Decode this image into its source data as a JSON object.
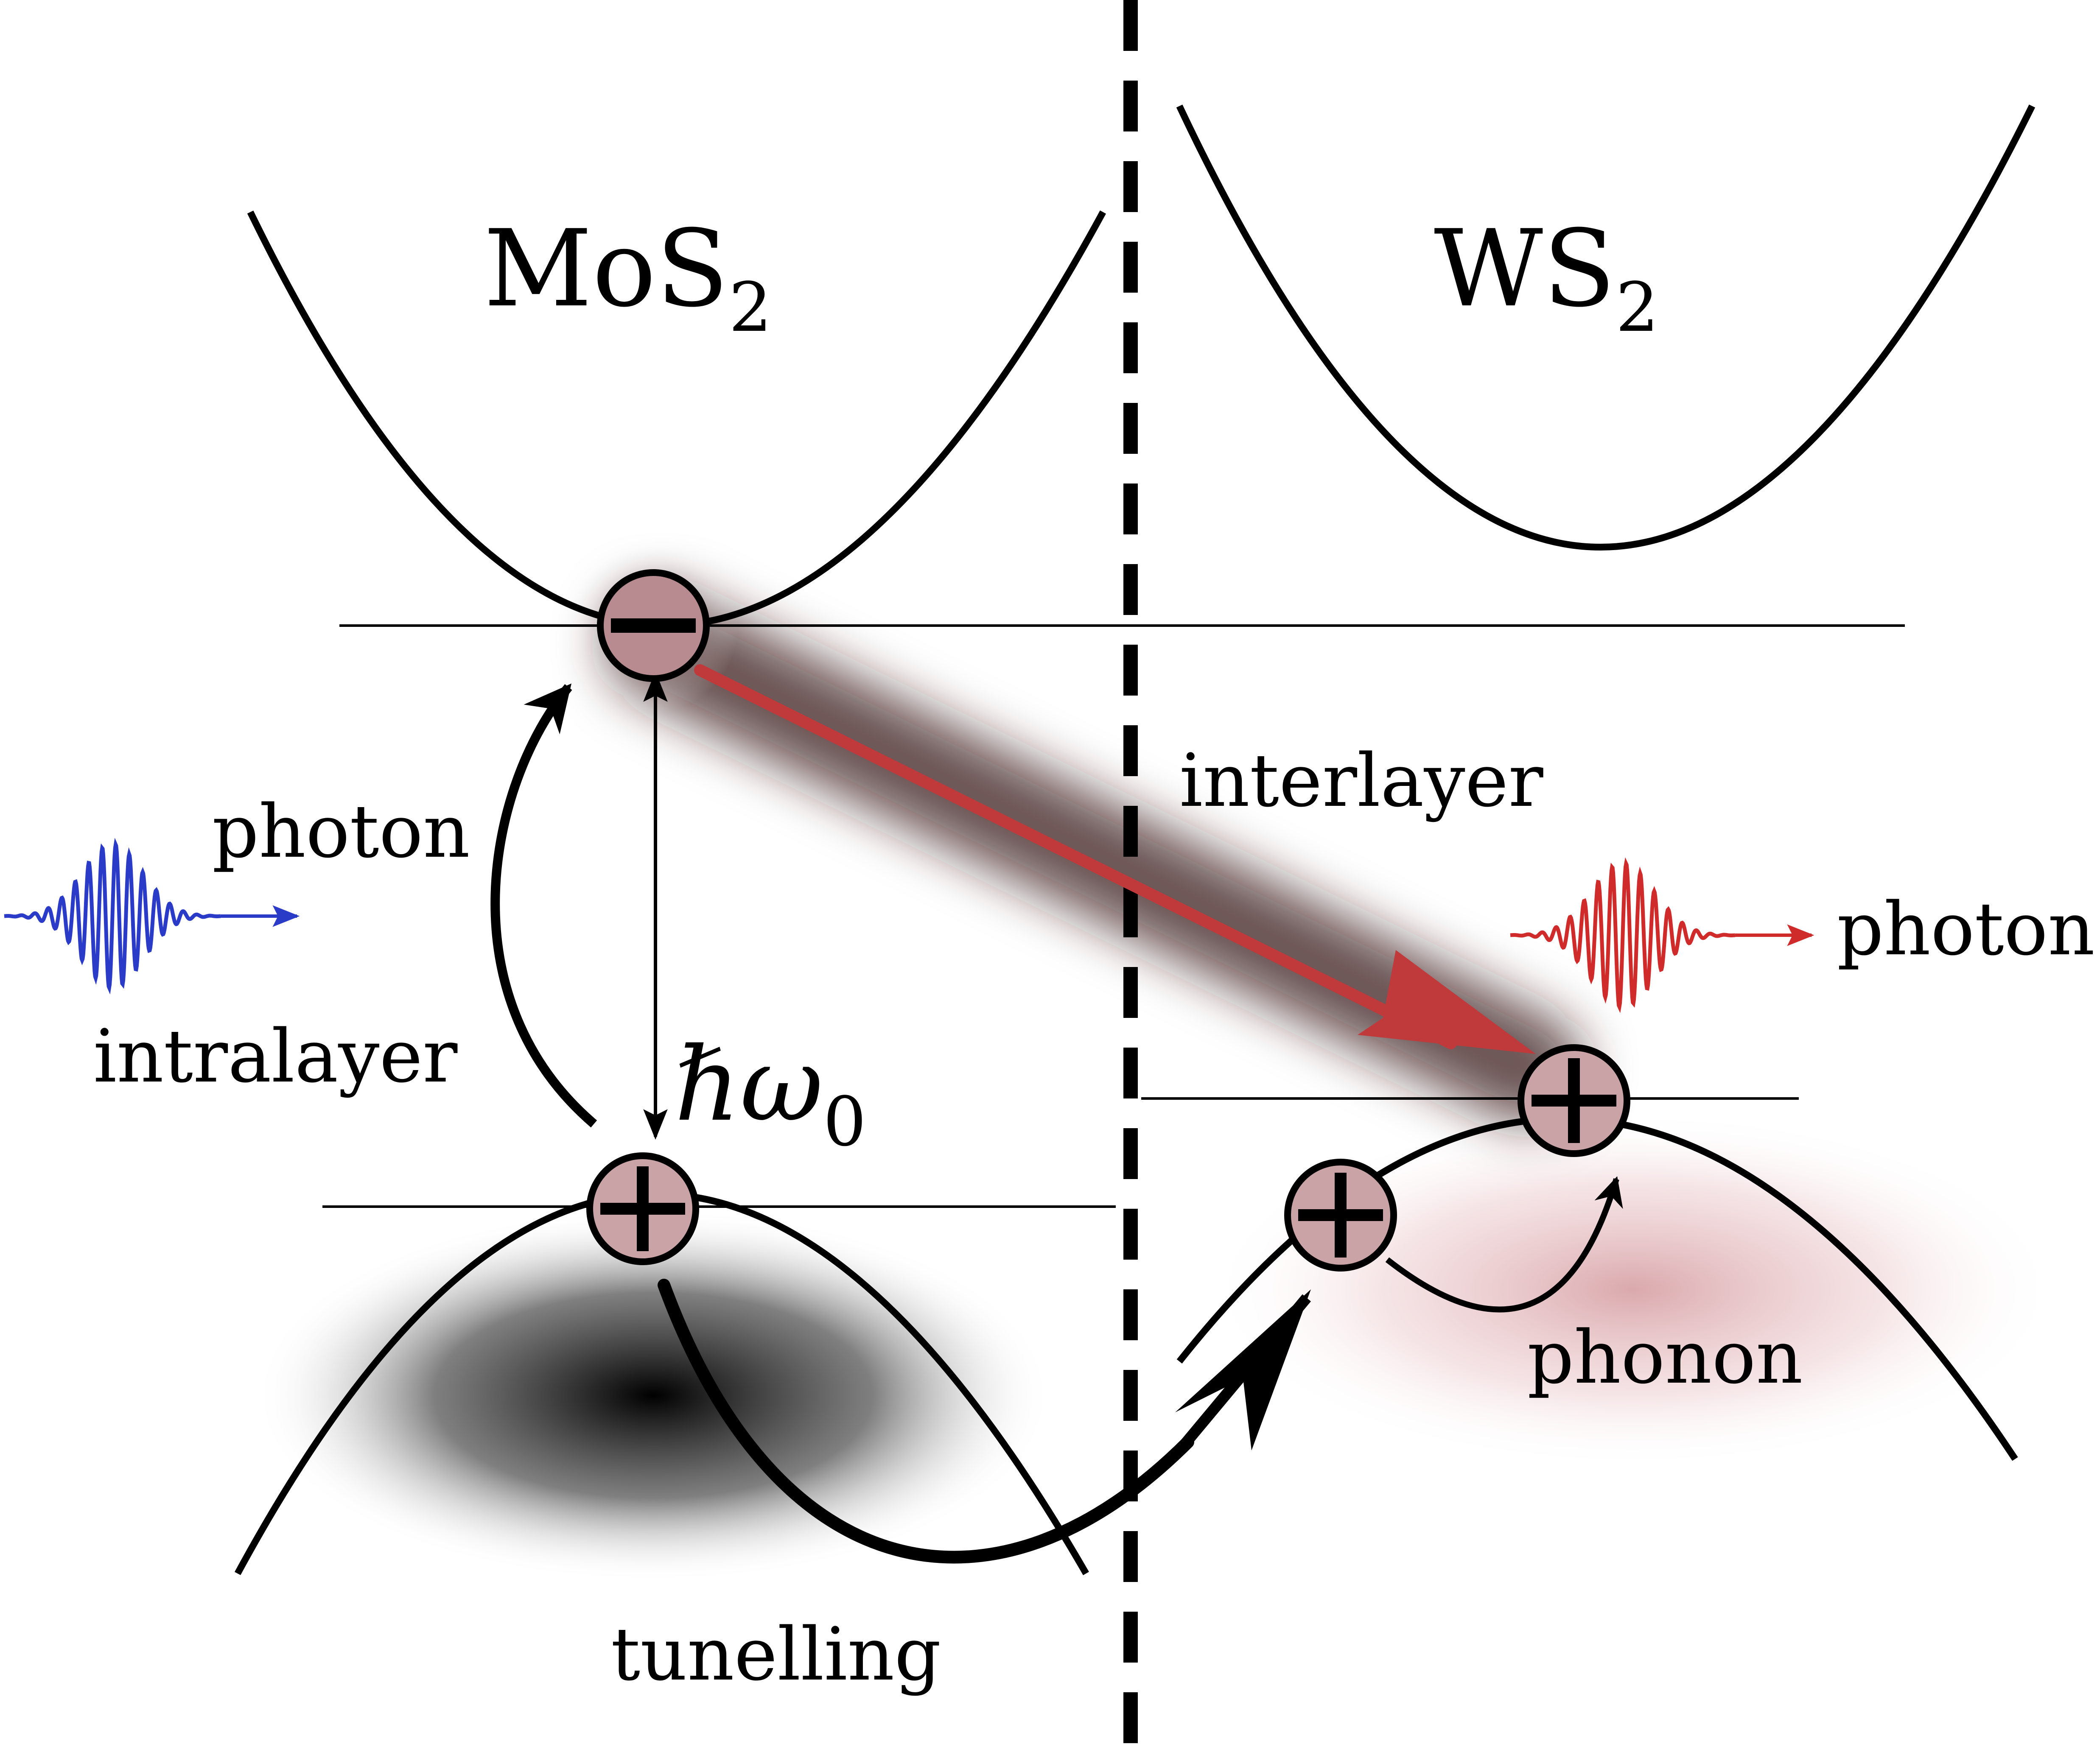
{
  "layers": {
    "left": {
      "name": "MoS",
      "sub": "2"
    },
    "right": {
      "name": "WS",
      "sub": "2"
    }
  },
  "labels": {
    "photon_in": "photon",
    "photon_out": "photon",
    "intralayer": "intralayer",
    "interlayer": "interlayer",
    "energy_symbol": "ℏω",
    "energy_sub": "0",
    "tunnelling": "tunelling",
    "phonon": "phonon"
  },
  "particles": {
    "electron": "−",
    "hole": "+"
  },
  "colors": {
    "band": "#000000",
    "interlayer_arrow": "#c0393b",
    "photon_in_wave": "#2a3bc8",
    "photon_out_wave": "#d02b2b",
    "hole_fill": "#c9a3a6",
    "electron_fill": "#b88b90"
  }
}
